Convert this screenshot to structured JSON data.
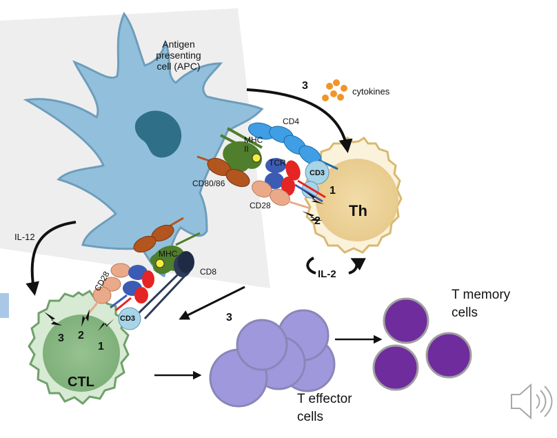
{
  "apc": {
    "label": "Antigen presenting cell (APC)"
  },
  "cytokines": {
    "step": "3",
    "label": "cytokines"
  },
  "th": {
    "cell_label": "Th",
    "cd4": "CD4",
    "mhc_ii": "MHC II",
    "tcr": "TCR",
    "cd3": "CD3",
    "cd80_86": "CD80/86",
    "cd28": "CD28",
    "signal_1": "1",
    "signal_2": "2",
    "il2": "IL-2"
  },
  "ctl": {
    "cell_label": "CTL",
    "il12": "IL-12",
    "mhc": "MHC",
    "cd8": "CD8",
    "cd28": "CD28",
    "cd3": "CD3",
    "signal_1": "1",
    "signal_2": "2",
    "signal_3": "3"
  },
  "step_3_ctl": "3",
  "effector": {
    "label_line1": "T effector",
    "label_line2": "cells"
  },
  "memory": {
    "label_line1": "T memory",
    "label_line2": "cells"
  },
  "colors": {
    "apc": "#92c0dc",
    "apc_nucleus": "#2f6f88",
    "th_cell": "#fbf2dc",
    "ctl_cell": "#d7ead3",
    "effector_cell": "#9f98dc",
    "memory_cell": "#6f2c9c",
    "cd4": "#3f9ee4",
    "tcr": "#e52424",
    "mhc_ii": "#4f7e2c",
    "cd80_86": "#b2551f",
    "cd28": "#eaa988",
    "cytokine": "#f0952a"
  },
  "icons": {
    "speaker": "speaker-icon"
  }
}
